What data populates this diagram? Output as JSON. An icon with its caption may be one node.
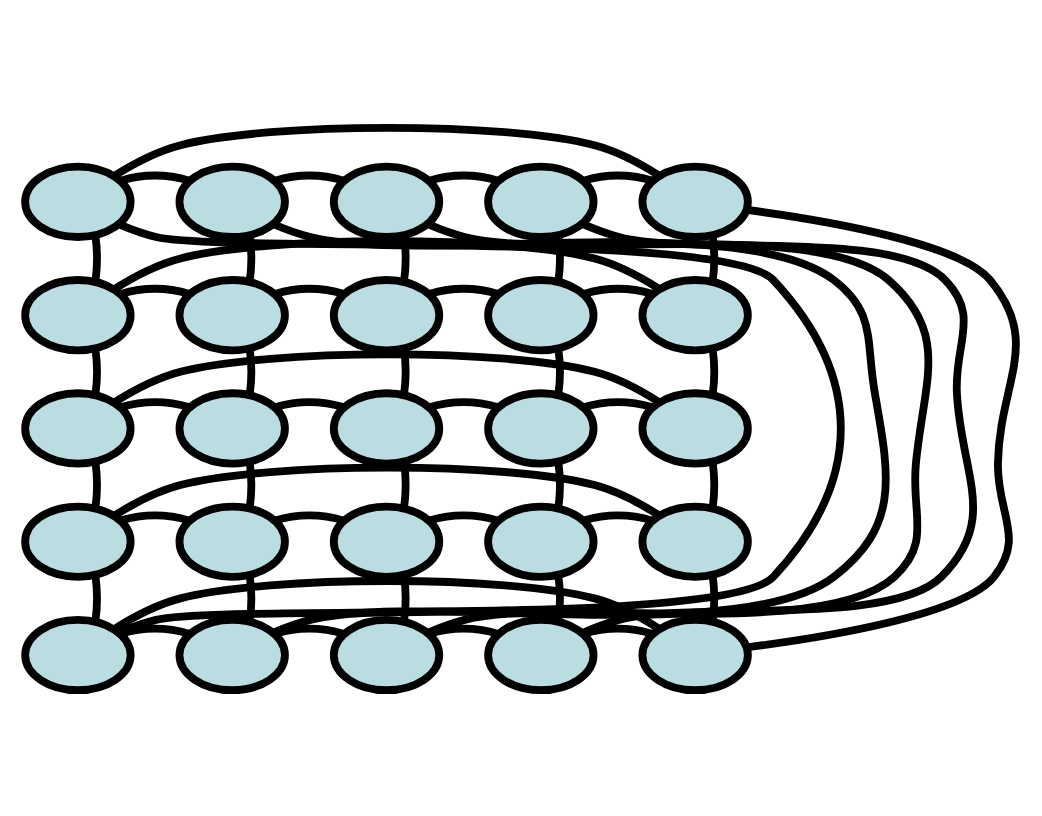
{
  "diagram": {
    "nodes": [
      {
        "text": [],
        "shape": "ellipse"
      },
      {
        "text": [],
        "shape": "ellipse"
      },
      {
        "text": [],
        "shape": "ellipse"
      },
      {
        "text": [],
        "shape": "ellipse"
      },
      {
        "text": [],
        "shape": "ellipse"
      },
      {
        "text": [],
        "shape": "ellipse"
      },
      {
        "text": [],
        "shape": "ellipse"
      },
      {
        "text": [],
        "shape": "ellipse"
      },
      {
        "text": [],
        "shape": "ellipse"
      },
      {
        "text": [],
        "shape": "ellipse"
      },
      {
        "text": [],
        "shape": "ellipse"
      },
      {
        "text": [],
        "shape": "ellipse"
      },
      {
        "text": [],
        "shape": "ellipse"
      },
      {
        "text": [],
        "shape": "ellipse"
      },
      {
        "text": [],
        "shape": "ellipse"
      },
      {
        "text": [],
        "shape": "ellipse"
      },
      {
        "text": [],
        "shape": "ellipse"
      },
      {
        "text": [],
        "shape": "ellipse"
      },
      {
        "text": [],
        "shape": "ellipse"
      },
      {
        "text": [],
        "shape": "ellipse"
      },
      {
        "text": [],
        "shape": "ellipse"
      },
      {
        "text": [],
        "shape": "ellipse"
      },
      {
        "text": [],
        "shape": "ellipse"
      },
      {
        "text": [],
        "shape": "ellipse"
      },
      {
        "text": [],
        "shape": "ellipse"
      }
    ],
    "edges": [
      {
        "from": 0,
        "to": 1,
        "arrow": "none"
      },
      {
        "from": 1,
        "to": 2,
        "arrow": "none"
      },
      {
        "from": 2,
        "to": 3,
        "arrow": "none"
      },
      {
        "from": 3,
        "to": 4,
        "arrow": "none"
      },
      {
        "from": 0,
        "to": 4,
        "arrow": "none"
      },
      {
        "from": 5,
        "to": 6,
        "arrow": "none"
      },
      {
        "from": 6,
        "to": 7,
        "arrow": "none"
      },
      {
        "from": 7,
        "to": 8,
        "arrow": "none"
      },
      {
        "from": 8,
        "to": 9,
        "arrow": "none"
      },
      {
        "from": 5,
        "to": 9,
        "arrow": "none"
      },
      {
        "from": 10,
        "to": 11,
        "arrow": "none"
      },
      {
        "from": 11,
        "to": 12,
        "arrow": "none"
      },
      {
        "from": 12,
        "to": 13,
        "arrow": "none"
      },
      {
        "from": 13,
        "to": 14,
        "arrow": "none"
      },
      {
        "from": 10,
        "to": 14,
        "arrow": "none"
      },
      {
        "from": 15,
        "to": 16,
        "arrow": "none"
      },
      {
        "from": 16,
        "to": 17,
        "arrow": "none"
      },
      {
        "from": 17,
        "to": 18,
        "arrow": "none"
      },
      {
        "from": 18,
        "to": 19,
        "arrow": "none"
      },
      {
        "from": 15,
        "to": 19,
        "arrow": "none"
      },
      {
        "from": 20,
        "to": 21,
        "arrow": "none"
      },
      {
        "from": 21,
        "to": 22,
        "arrow": "none"
      },
      {
        "from": 22,
        "to": 23,
        "arrow": "none"
      },
      {
        "from": 23,
        "to": 24,
        "arrow": "none"
      },
      {
        "from": 20,
        "to": 24,
        "arrow": "none"
      },
      {
        "from": 0,
        "to": 5,
        "arrow": "none"
      },
      {
        "from": 5,
        "to": 10,
        "arrow": "none"
      },
      {
        "from": 10,
        "to": 15,
        "arrow": "none"
      },
      {
        "from": 15,
        "to": 20,
        "arrow": "none"
      },
      {
        "from": 0,
        "to": 20,
        "arrow": "none"
      },
      {
        "from": 1,
        "to": 6,
        "arrow": "none"
      },
      {
        "from": 6,
        "to": 11,
        "arrow": "none"
      },
      {
        "from": 11,
        "to": 16,
        "arrow": "none"
      },
      {
        "from": 16,
        "to": 21,
        "arrow": "none"
      },
      {
        "from": 1,
        "to": 21,
        "arrow": "none"
      },
      {
        "from": 2,
        "to": 7,
        "arrow": "none"
      },
      {
        "from": 7,
        "to": 12,
        "arrow": "none"
      },
      {
        "from": 12,
        "to": 17,
        "arrow": "none"
      },
      {
        "from": 17,
        "to": 22,
        "arrow": "none"
      },
      {
        "from": 2,
        "to": 22,
        "arrow": "none"
      },
      {
        "from": 3,
        "to": 8,
        "arrow": "none"
      },
      {
        "from": 8,
        "to": 13,
        "arrow": "none"
      },
      {
        "from": 13,
        "to": 18,
        "arrow": "none"
      },
      {
        "from": 18,
        "to": 23,
        "arrow": "none"
      },
      {
        "from": 3,
        "to": 23,
        "arrow": "none"
      },
      {
        "from": 4,
        "to": 9,
        "arrow": "none"
      },
      {
        "from": 9,
        "to": 14,
        "arrow": "none"
      },
      {
        "from": 14,
        "to": 19,
        "arrow": "none"
      },
      {
        "from": 19,
        "to": 24,
        "arrow": "none"
      },
      {
        "from": 4,
        "to": 24,
        "arrow": "none"
      }
    ]
  }
}
